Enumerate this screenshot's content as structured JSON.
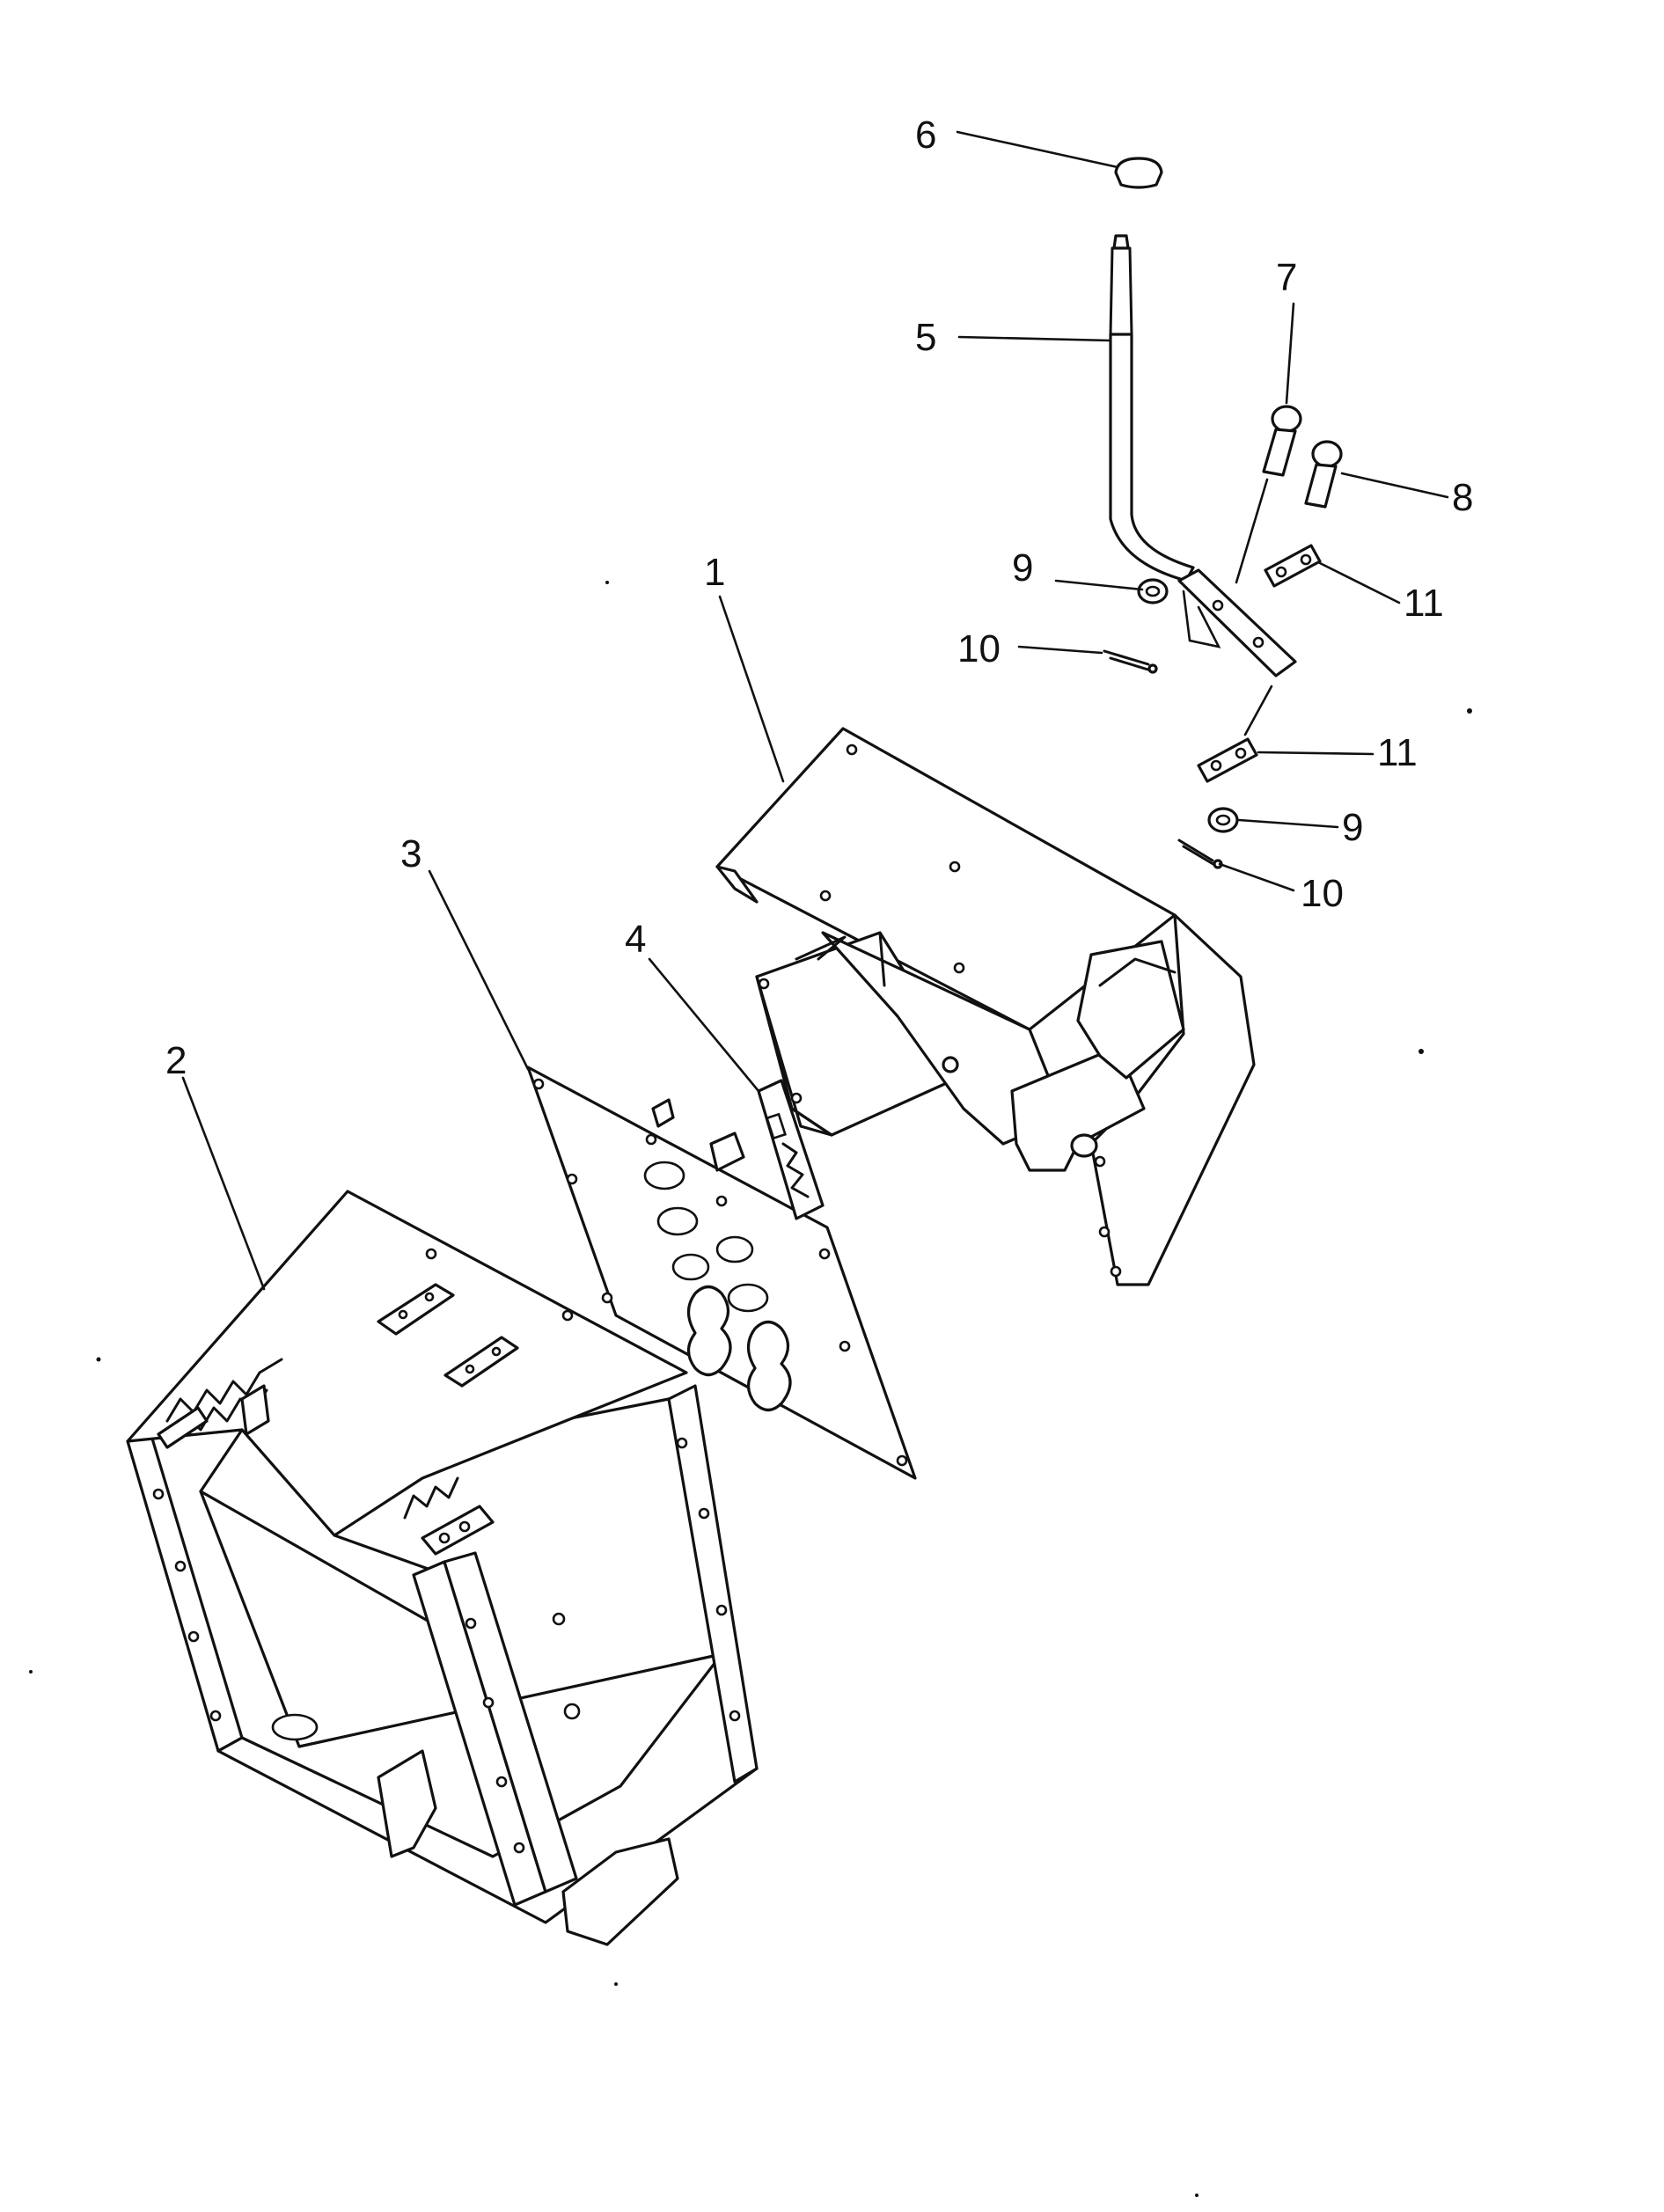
{
  "diagram": {
    "callouts": [
      {
        "id": "part-1",
        "label": "1"
      },
      {
        "id": "part-2",
        "label": "2"
      },
      {
        "id": "part-3",
        "label": "3"
      },
      {
        "id": "part-4",
        "label": "4"
      },
      {
        "id": "part-5",
        "label": "5"
      },
      {
        "id": "part-6",
        "label": "6"
      },
      {
        "id": "part-7",
        "label": "7"
      },
      {
        "id": "part-8",
        "label": "8"
      },
      {
        "id": "part-9a",
        "label": "9"
      },
      {
        "id": "part-9b",
        "label": "9"
      },
      {
        "id": "part-10a",
        "label": "10"
      },
      {
        "id": "part-10b",
        "label": "10"
      },
      {
        "id": "part-11a",
        "label": "11"
      },
      {
        "id": "part-11b",
        "label": "11"
      }
    ],
    "line_color": "#111111",
    "background": "#ffffff"
  }
}
